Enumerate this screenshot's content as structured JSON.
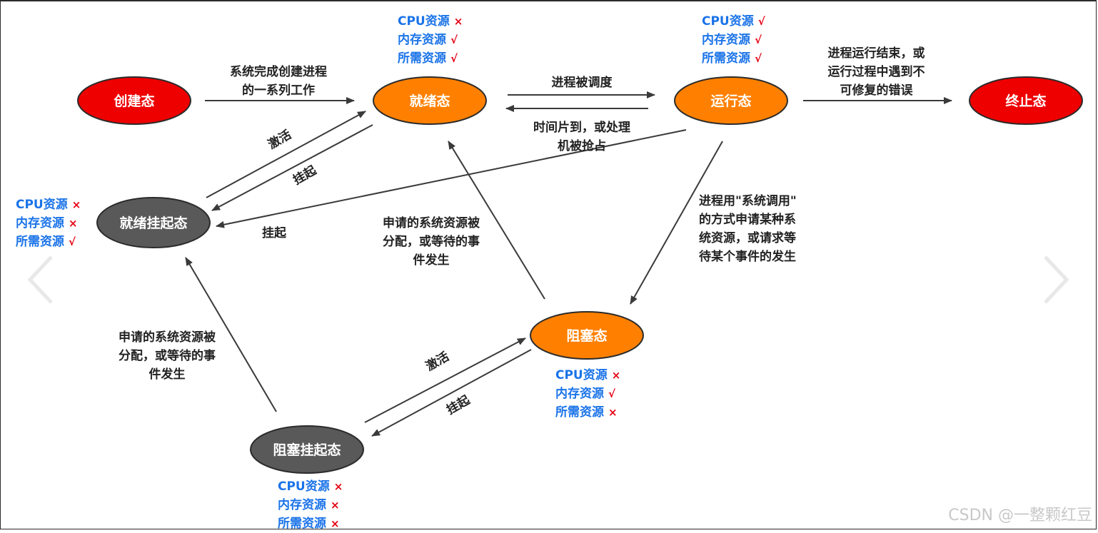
{
  "states": {
    "create": "创建态",
    "ready": "就绪态",
    "running": "运行态",
    "terminated": "终止态",
    "ready_suspended": "就绪挂起态",
    "blocked": "阻塞态",
    "blocked_suspended": "阻塞挂起态"
  },
  "resources": {
    "ready": [
      {
        "label": "CPU资源",
        "mark": "×"
      },
      {
        "label": "内存资源",
        "mark": "√"
      },
      {
        "label": "所需资源",
        "mark": "√"
      }
    ],
    "running": [
      {
        "label": "CPU资源",
        "mark": "√"
      },
      {
        "label": "内存资源",
        "mark": "√"
      },
      {
        "label": "所需资源",
        "mark": "√"
      }
    ],
    "ready_suspended": [
      {
        "label": "CPU资源",
        "mark": "×"
      },
      {
        "label": "内存资源",
        "mark": "×"
      },
      {
        "label": "所需资源",
        "mark": "√"
      }
    ],
    "blocked": [
      {
        "label": "CPU资源",
        "mark": "×"
      },
      {
        "label": "内存资源",
        "mark": "√"
      },
      {
        "label": "所需资源",
        "mark": "×"
      }
    ],
    "blocked_suspended": [
      {
        "label": "CPU资源",
        "mark": "×"
      },
      {
        "label": "内存资源",
        "mark": "×"
      },
      {
        "label": "所需资源",
        "mark": "×"
      }
    ]
  },
  "transitions": {
    "create_to_ready": [
      "系统完成创建进程",
      "的一系列工作"
    ],
    "ready_to_running": "进程被调度",
    "running_to_ready": [
      "时间片到，或处理",
      "机被抢占"
    ],
    "running_to_terminated": [
      "进程运行结束，或",
      "运行过程中遇到不",
      "可修复的错误"
    ],
    "running_to_blocked": [
      "进程用\"系统调用\"",
      "的方式申请某种系",
      "统资源，或请求等",
      "待某个事件的发生"
    ],
    "blocked_to_ready": [
      "申请的系统资源被",
      "分配，或等待的事",
      "件发生"
    ],
    "blocked_suspended_to_ready_suspended": [
      "申请的系统资源被",
      "分配，或等待的事",
      "件发生"
    ],
    "activate_ready": "激活",
    "suspend_ready": "挂起",
    "running_suspend": "挂起",
    "activate_blocked": "激活",
    "suspend_blocked": "挂起"
  },
  "colors": {
    "red_state": "#ee0000",
    "orange_state": "#ff8000",
    "gray_state": "#595959",
    "resource_text": "#1a73e8",
    "mark": "#e60012"
  },
  "watermark": "CSDN @一整颗红豆"
}
